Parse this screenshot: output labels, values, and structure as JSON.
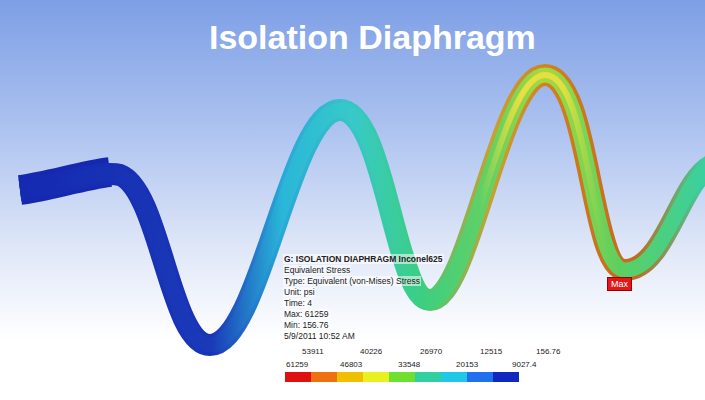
{
  "diagram": {
    "title": "Isolation Diaphragm",
    "labels": [
      "G: ISOLATION DIAPHRAGM Inconel625",
      "Equivalent Stress",
      "Type: Equivalent (von-Mises) Stress",
      "Unit: psi",
      "Time: 4",
      "Max: 61259",
      "Min: 156.76",
      "5/9/2011 10:52 AM",
      "53911",
      "40226",
      "26970",
      "12515",
      "156.76",
      "61259",
      "46803",
      "33548",
      "20153",
      "9027.4",
      "Max"
    ]
  }
}
